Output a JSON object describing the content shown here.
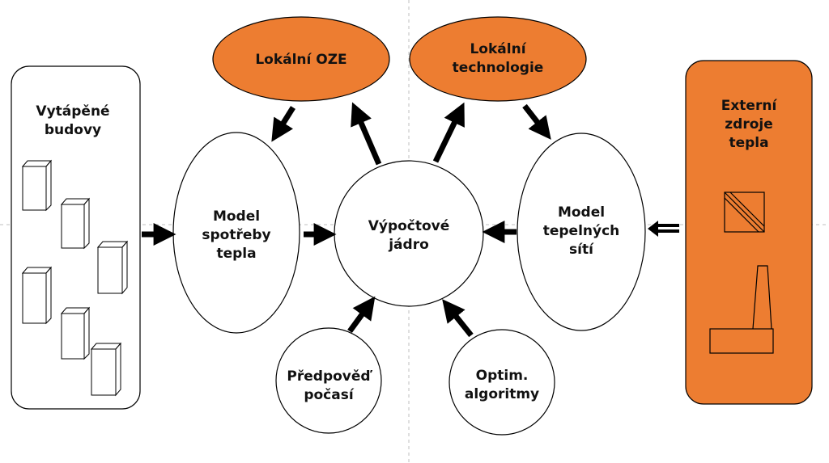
{
  "colors": {
    "accent": "#ED7D31",
    "stroke": "#000000",
    "guide": "#BFBFBF",
    "background": "#FFFFFF"
  },
  "nodes": {
    "buildings": {
      "line1": "Vytápěné",
      "line2": "budovy"
    },
    "consumption_model": {
      "line1": "Model",
      "line2": "spotřeby",
      "line3": "tepla"
    },
    "core": {
      "line1": "Výpočtové",
      "line2": "jádro"
    },
    "network_model": {
      "line1": "Model",
      "line2": "tepelných",
      "line3": "sítí"
    },
    "external_sources": {
      "line1": "Externí",
      "line2": "zdroje",
      "line3": "tepla"
    },
    "local_res": {
      "line1": "Lokální OZE"
    },
    "local_tech": {
      "line1": "Lokální",
      "line2": "technologie"
    },
    "forecast": {
      "line1": "Předpověď",
      "line2": "počasí"
    },
    "optim": {
      "line1": "Optim.",
      "line2": "algoritmy"
    }
  },
  "icons": {
    "building": "building-block-icon",
    "panel": "solar-panel-icon",
    "plant": "heating-plant-icon"
  }
}
